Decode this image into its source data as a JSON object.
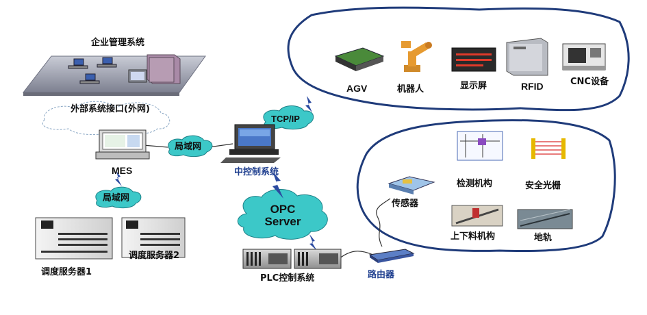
{
  "labels": {
    "enterprise": "企业管理系统",
    "external_interface": "外部系统接口(外网)",
    "mes": "MES",
    "lan_right": "局域网",
    "lan_down": "局域网",
    "central_control": "中控制系统",
    "tcpip": "TCP/IP",
    "opc_line1": "OPC",
    "opc_line2": "Server",
    "server1": "调度服务器1",
    "server2": "调度服务器2",
    "plc": "PLC控制系统",
    "router": "路由器"
  },
  "top_group": {
    "items": [
      {
        "label": "AGV",
        "icon": "agv-icon"
      },
      {
        "label": "机器人",
        "icon": "robot-arm-icon"
      },
      {
        "label": "显示屏",
        "icon": "display-screen-icon"
      },
      {
        "label": "RFID",
        "icon": "rfid-reader-icon"
      },
      {
        "label": "CNC设备",
        "icon": "cnc-machine-icon"
      }
    ]
  },
  "bottom_group": {
    "items": [
      {
        "label": "检测机构",
        "icon": "inspection-icon"
      },
      {
        "label": "安全光栅",
        "icon": "light-curtain-icon"
      },
      {
        "label": "传感器",
        "icon": "sensor-icon"
      },
      {
        "label": "上下料机构",
        "icon": "loading-mechanism-icon"
      },
      {
        "label": "地轨",
        "icon": "ground-rail-icon"
      }
    ]
  },
  "colors": {
    "cloud_cyan": "#3cc8c8",
    "cloud_border": "#1d7f86",
    "boundary": "#1f3b7a",
    "lightning": "#2b4aa0",
    "label_blue": "#1f3f8f"
  }
}
